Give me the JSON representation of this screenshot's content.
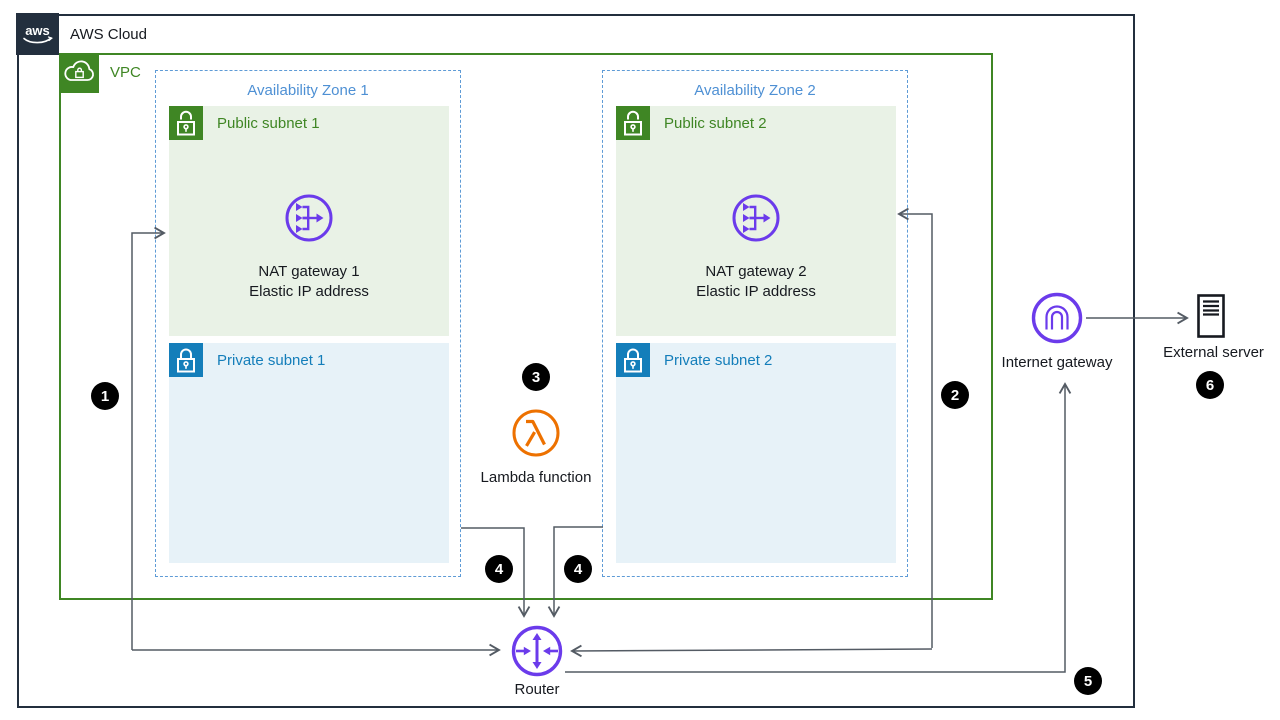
{
  "diagram": {
    "aws_logo_text": "aws",
    "aws_cloud_label": "AWS Cloud",
    "vpc_label": "VPC",
    "zones": [
      {
        "label": "Availability Zone 1",
        "public_subnet_label": "Public subnet 1",
        "private_subnet_label": "Private subnet 1",
        "nat_line1": "NAT gateway 1",
        "nat_line2": "Elastic IP address"
      },
      {
        "label": "Availability Zone 2",
        "public_subnet_label": "Public subnet 2",
        "private_subnet_label": "Private subnet 2",
        "nat_line1": "NAT gateway 2",
        "nat_line2": "Elastic IP address"
      }
    ],
    "lambda_label": "Lambda function",
    "internet_gateway_label": "Internet gateway",
    "external_server_label": "External server",
    "router_label": "Router",
    "badges": {
      "step1": "1",
      "step2": "2",
      "step3": "3",
      "step4_left": "4",
      "step4_right": "4",
      "step5": "5",
      "step6": "6"
    },
    "colors": {
      "dark_navy": "#232F3E",
      "vpc_green": "#3F8624",
      "public_subnet_bg": "#E9F2E6",
      "private_blue": "#147EBA",
      "private_subnet_bg": "#E7F2F8",
      "az_blue": "#4E90D4",
      "network_purple": "#6B3BEB",
      "lambda_orange": "#ED7100",
      "connector_gray": "#545B64"
    }
  }
}
